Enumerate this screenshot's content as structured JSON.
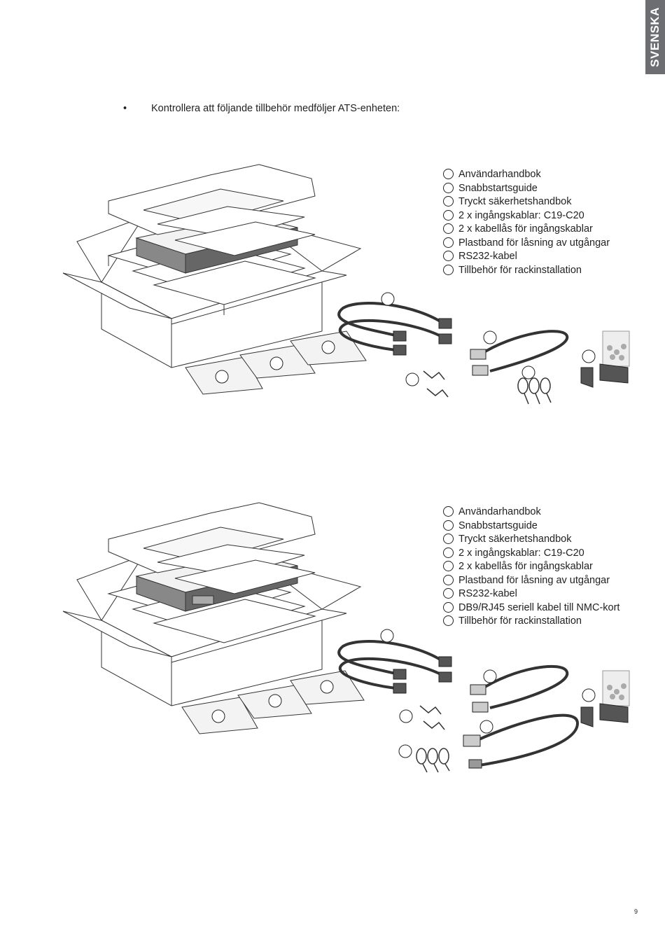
{
  "side_tab": "SVENSKA",
  "intro": {
    "bullet": "•",
    "text": "Kontrollera att följande tillbehör medföljer ATS-enheten:"
  },
  "checklist_1": [
    "Användarhandbok",
    "Snabbstartsguide",
    "Tryckt säkerhetshandbok",
    "2 x ingångskablar: C19-C20",
    "2 x kabellås för ingångskablar",
    "Plastband för låsning av utgångar",
    "RS232-kabel",
    "Tillbehör för rackinstallation"
  ],
  "checklist_2": [
    "Användarhandbok",
    "Snabbstartsguide",
    "Tryckt säkerhetshandbok",
    "2 x ingångskablar: C19-C20",
    "2 x kabellås för ingångskablar",
    "Plastband för låsning av utgångar",
    "RS232-kabel",
    "DB9/RJ45 seriell kabel till NMC-kort",
    "Tillbehör för rackinstallation"
  ],
  "page_number": "9"
}
